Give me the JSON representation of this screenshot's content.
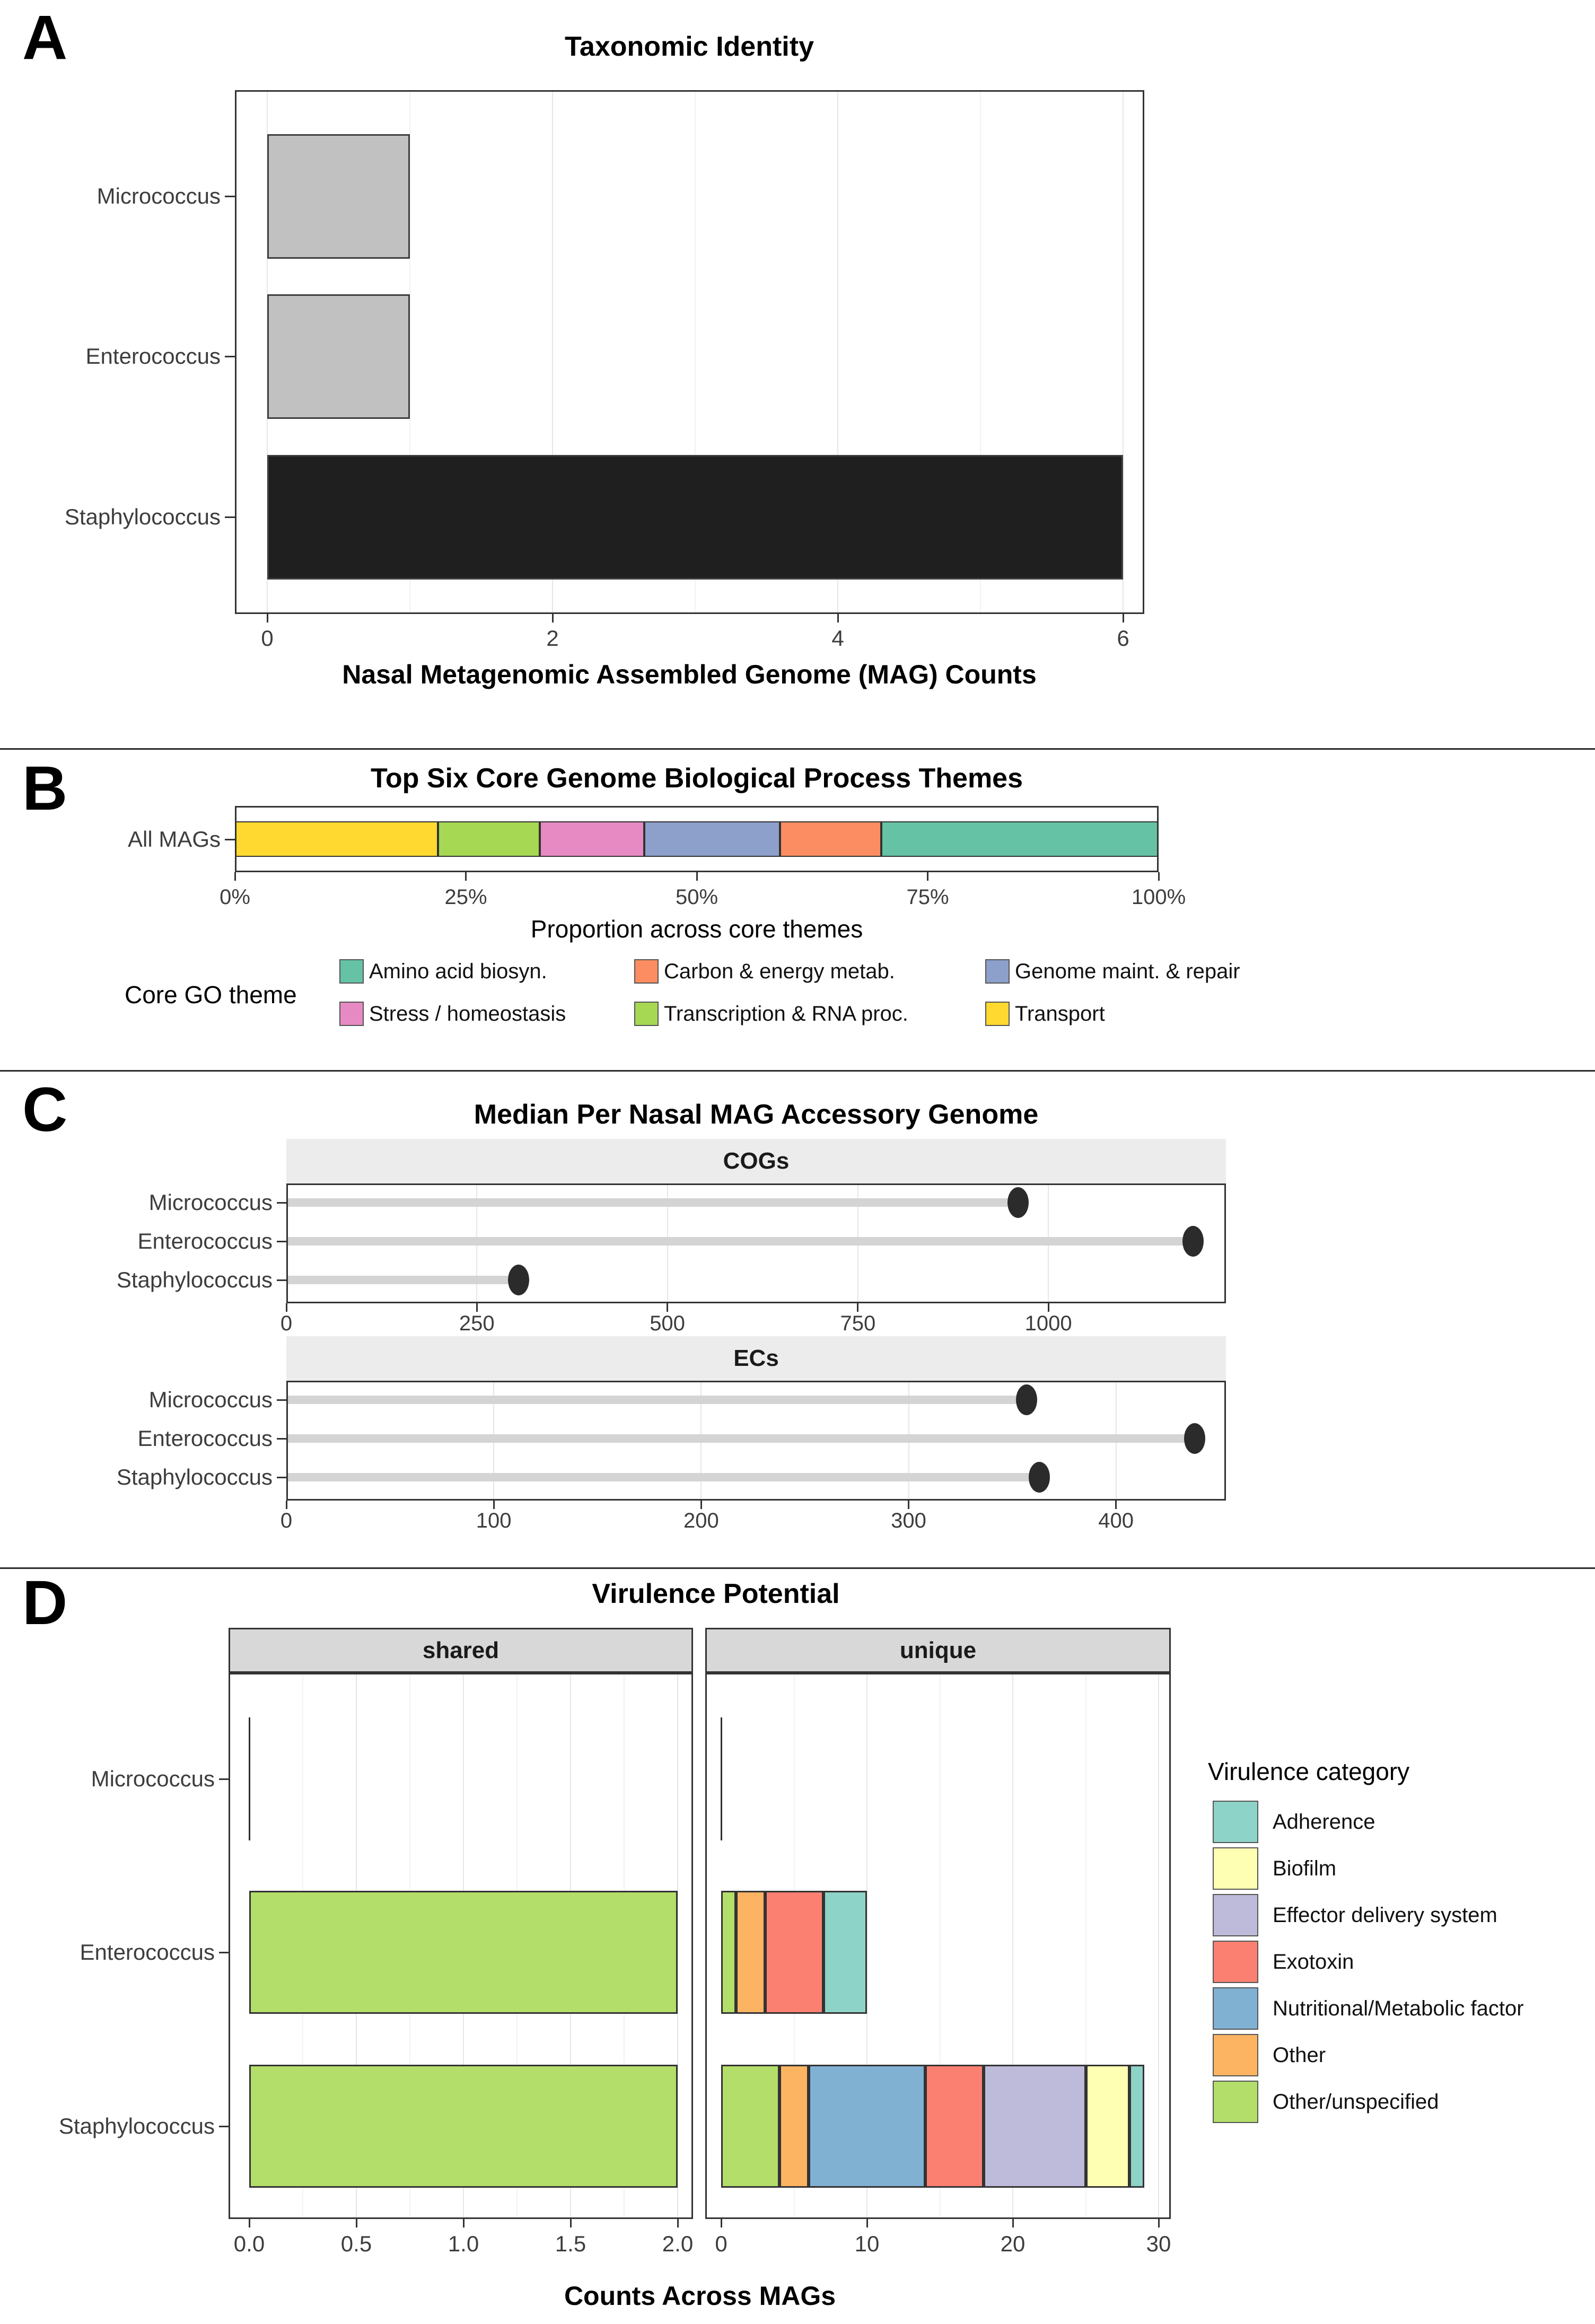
{
  "figure": {
    "panels": {
      "A": {
        "letter": "A",
        "title": "Taxonomic Identity"
      },
      "B": {
        "letter": "B",
        "title": "Top Six Core Genome Biological Process Themes"
      },
      "C": {
        "letter": "C",
        "title": "Median Per Nasal MAG Accessory Genome"
      },
      "D": {
        "letter": "D",
        "title": "Virulence Potential"
      }
    }
  },
  "colors": {
    "panel_border": "#333333",
    "grid_major": "#e6e6e6",
    "grid_minor": "#f2f2f2",
    "strip_fill_c": "#ececec",
    "strip_fill_d": "#d8d8d8",
    "tick_text": "#3d3d3d",
    "stem": "#d4d4d4",
    "dot": "#2b2b2b",
    "bar_gray": "#c1c1c1",
    "bar_black": "#1f1f1f"
  },
  "chart_data": [
    {
      "panel": "A",
      "type": "bar",
      "title": "Taxonomic Identity",
      "categories": [
        "Micrococcus",
        "Enterococcus",
        "Staphylococcus"
      ],
      "values": [
        1,
        1,
        6
      ],
      "bar_colors": [
        "#c1c1c1",
        "#c1c1c1",
        "#1f1f1f"
      ],
      "xlabel": "Nasal Metagenomic Assembled Genome (MAG) Counts",
      "xticks": [
        0,
        2,
        4,
        6
      ],
      "xminor": [
        1,
        3,
        5
      ],
      "xlim": [
        0,
        6.15
      ],
      "grid": true
    },
    {
      "panel": "B",
      "type": "stacked_bar_percent",
      "title": "Top Six Core Genome Biological Process Themes",
      "category": "All MAGs",
      "xlabel": "Proportion across core themes",
      "xtick_labels": [
        "0%",
        "25%",
        "50%",
        "75%",
        "100%"
      ],
      "xtick_values": [
        0,
        25,
        50,
        75,
        100
      ],
      "segments_left_to_right": [
        {
          "name": "Transport",
          "pct": 22.0,
          "color": "#FFD92F"
        },
        {
          "name": "Transcription & RNA proc.",
          "pct": 11.0,
          "color": "#A6D854"
        },
        {
          "name": "Stress / homeostasis",
          "pct": 11.3,
          "color": "#E78AC3"
        },
        {
          "name": "Genome maint. & repair",
          "pct": 14.7,
          "color": "#8DA0CB"
        },
        {
          "name": "Carbon & energy metab.",
          "pct": 11.0,
          "color": "#FC8D62"
        },
        {
          "name": "Amino acid biosyn.",
          "pct": 30.0,
          "color": "#66C2A5"
        }
      ],
      "legend_title": "Core GO theme",
      "legend_items": [
        {
          "label": "Amino acid biosyn.",
          "color": "#66C2A5"
        },
        {
          "label": "Carbon & energy metab.",
          "color": "#FC8D62"
        },
        {
          "label": "Genome maint. & repair",
          "color": "#8DA0CB"
        },
        {
          "label": "Stress / homeostasis",
          "color": "#E78AC3"
        },
        {
          "label": "Transcription & RNA proc.",
          "color": "#A6D854"
        },
        {
          "label": "Transport",
          "color": "#FFD92F"
        }
      ]
    },
    {
      "panel": "C",
      "type": "lollipop",
      "title": "Median Per Nasal MAG Accessory Genome",
      "categories": [
        "Micrococcus",
        "Enterococcus",
        "Staphylococcus"
      ],
      "facets": [
        {
          "name": "COGs",
          "values": {
            "Micrococcus": 960,
            "Enterococcus": 1190,
            "Staphylococcus": 305
          },
          "xticks": [
            0,
            250,
            500,
            750,
            1000
          ],
          "xlim": [
            0,
            1233
          ]
        },
        {
          "name": "ECs",
          "values": {
            "Micrococcus": 357,
            "Enterococcus": 438,
            "Staphylococcus": 363
          },
          "xticks": [
            0,
            100,
            200,
            300,
            400
          ],
          "xlim": [
            0,
            453
          ]
        }
      ]
    },
    {
      "panel": "D",
      "type": "stacked_bar_faceted",
      "title": "Virulence Potential",
      "xlabel": "Counts Across MAGs",
      "categories": [
        "Micrococcus",
        "Enterococcus",
        "Staphylococcus"
      ],
      "category_colors": {
        "Adherence": "#8DD3C7",
        "Biofilm": "#FFFFB3",
        "Effector delivery system": "#BEBADA",
        "Exotoxin": "#FB8072",
        "Nutritional/Metabolic factor": "#80B1D3",
        "Other": "#FDB462",
        "Other/unspecified": "#B3DE69"
      },
      "facets": [
        {
          "name": "shared",
          "xtick_labels": [
            "0.0",
            "0.5",
            "1.0",
            "1.5",
            "2.0"
          ],
          "xtick_values": [
            0,
            0.5,
            1,
            1.5,
            2
          ],
          "xminor": [
            0.25,
            0.75,
            1.25,
            1.75
          ],
          "xlim": [
            0,
            2.07
          ],
          "rows": {
            "Micrococcus": [],
            "Enterococcus": [
              {
                "category": "Other/unspecified",
                "value": 2
              }
            ],
            "Staphylococcus": [
              {
                "category": "Other/unspecified",
                "value": 2
              }
            ]
          }
        },
        {
          "name": "unique",
          "xtick_labels": [
            "0",
            "10",
            "20",
            "30"
          ],
          "xtick_values": [
            0,
            10,
            20,
            30
          ],
          "xminor": [
            5,
            15,
            25
          ],
          "xlim": [
            0,
            30.9
          ],
          "rows": {
            "Micrococcus": [],
            "Enterococcus": [
              {
                "category": "Other/unspecified",
                "value": 1
              },
              {
                "category": "Other",
                "value": 2
              },
              {
                "category": "Exotoxin",
                "value": 4
              },
              {
                "category": "Adherence",
                "value": 3
              }
            ],
            "Staphylococcus": [
              {
                "category": "Other/unspecified",
                "value": 4
              },
              {
                "category": "Other",
                "value": 2
              },
              {
                "category": "Nutritional/Metabolic factor",
                "value": 8
              },
              {
                "category": "Exotoxin",
                "value": 4
              },
              {
                "category": "Effector delivery system",
                "value": 7
              },
              {
                "category": "Biofilm",
                "value": 3
              },
              {
                "category": "Adherence",
                "value": 1
              }
            ]
          }
        }
      ],
      "legend_title": "Virulence category",
      "legend_items": [
        {
          "label": "Adherence",
          "color": "#8DD3C7"
        },
        {
          "label": "Biofilm",
          "color": "#FFFFB3"
        },
        {
          "label": "Effector delivery system",
          "color": "#BEBADA"
        },
        {
          "label": "Exotoxin",
          "color": "#FB8072"
        },
        {
          "label": "Nutritional/Metabolic factor",
          "color": "#80B1D3"
        },
        {
          "label": "Other",
          "color": "#FDB462"
        },
        {
          "label": "Other/unspecified",
          "color": "#B3DE69"
        }
      ]
    }
  ]
}
